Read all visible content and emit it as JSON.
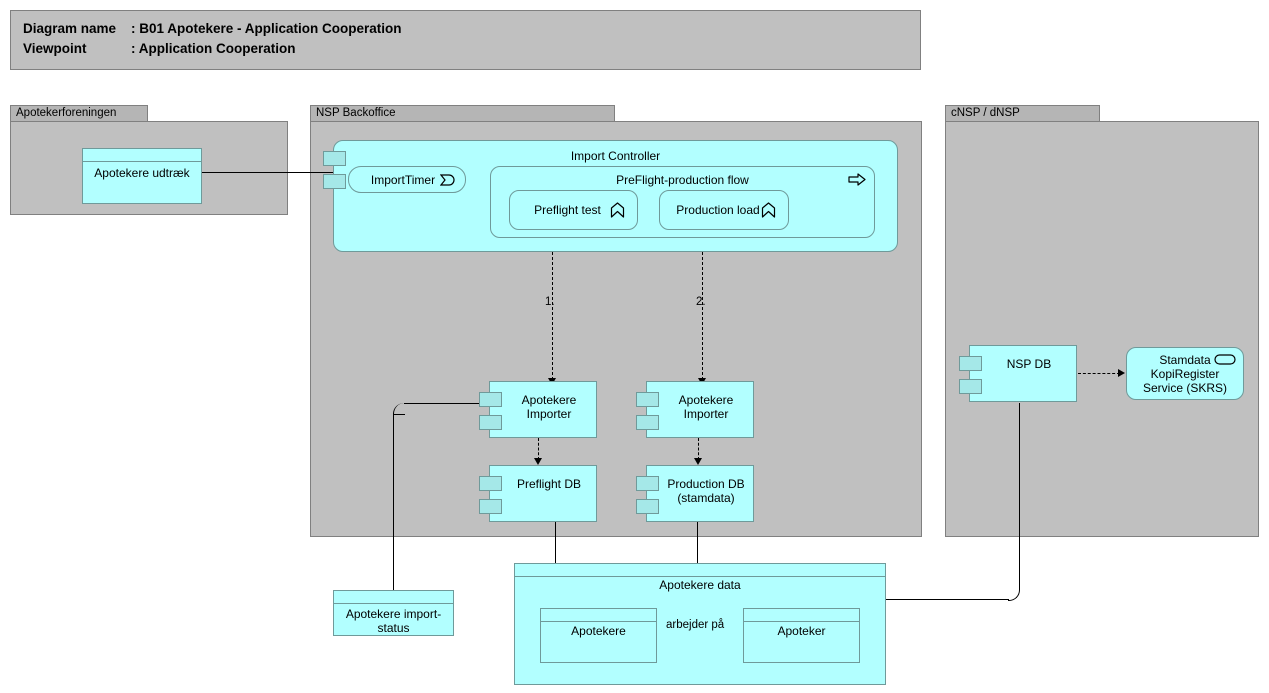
{
  "header": {
    "line1_key": "Diagram name",
    "line1_value": ": B01 Apotekere - Application Cooperation",
    "line2_key": "Viewpoint",
    "line2_value": ": Application Cooperation"
  },
  "colors": {
    "element_fill": "#B2FFFF",
    "element_border": "#6F9A9A",
    "group_fill": "#C0C0C0",
    "group_tab_fill": "#B5B5B5",
    "group_border": "#808080",
    "connector": "#000000",
    "canvas": "#FFFFFF"
  },
  "groups": [
    {
      "id": "apotekerforeningen",
      "label": "Apotekerforeningen"
    },
    {
      "id": "nsp_backoffice",
      "label": "NSP Backoffice"
    },
    {
      "id": "cnsp_dnsp",
      "label": "cNSP / dNSP"
    }
  ],
  "nodes": {
    "apotekere_udtraek": {
      "label": "Apotekere udtræk",
      "type": "data-object"
    },
    "import_controller": {
      "label": "Import Controller",
      "type": "application-component"
    },
    "import_timer": {
      "label": "ImportTimer",
      "type": "application-event",
      "icon": "event-icon"
    },
    "preflight_flow": {
      "label": "PreFlight-production flow",
      "type": "application-process",
      "icon": "process-arrow-icon"
    },
    "preflight_test": {
      "label": "Preflight test",
      "type": "application-function",
      "icon": "function-icon"
    },
    "production_load": {
      "label": "Production load",
      "type": "application-function",
      "icon": "function-icon"
    },
    "importer_left": {
      "label": "Apotekere\nImporter",
      "type": "application-component"
    },
    "importer_right": {
      "label": "Apotekere\nImporter",
      "type": "application-component"
    },
    "preflight_db": {
      "label": "Preflight DB",
      "type": "application-component"
    },
    "production_db": {
      "label": "Production DB\n(stamdata)",
      "type": "application-component"
    },
    "nsp_db": {
      "label": "NSP DB",
      "type": "application-component"
    },
    "skrs": {
      "label": "Stamdata\nKopiRegister\nService (SKRS)",
      "type": "application-service",
      "icon": "service-oval-icon"
    },
    "import_status": {
      "label": "Apotekere import-\nstatus",
      "type": "data-object"
    },
    "apotekere_data": {
      "label": "Apotekere data",
      "type": "data-object"
    },
    "apotekere": {
      "label": "Apotekere",
      "type": "data-object"
    },
    "apoteker": {
      "label": "Apoteker",
      "type": "data-object"
    }
  },
  "edge_labels": {
    "flow_1": "1.",
    "flow_2": "2.",
    "arbejder_paa": "arbejder på"
  }
}
